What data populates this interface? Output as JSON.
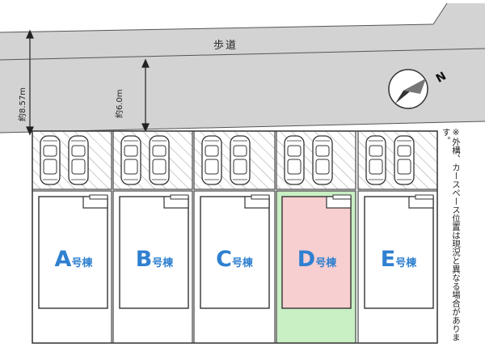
{
  "road": {
    "label": "歩道"
  },
  "dimensions": [
    {
      "label": "約8.57m"
    },
    {
      "label": "約6.0m"
    }
  ],
  "compass": {
    "label": "N"
  },
  "note": "※外構、カースペース位置は現況と異なる場合があります。",
  "units": [
    {
      "letter": "A",
      "suffix": "号棟",
      "highlighted": false
    },
    {
      "letter": "B",
      "suffix": "号棟",
      "highlighted": false
    },
    {
      "letter": "C",
      "suffix": "号棟",
      "highlighted": false
    },
    {
      "letter": "D",
      "suffix": "号棟",
      "highlighted": true
    },
    {
      "letter": "E",
      "suffix": "号棟",
      "highlighted": false
    }
  ],
  "colors": {
    "road": "#d3d3d3",
    "highlight_house": "#f7cfd1",
    "highlight_lot": "#c9efc4",
    "label_blue": "#2f80d0",
    "line": "#444444"
  },
  "icons": [
    "car-icon",
    "compass-icon"
  ]
}
